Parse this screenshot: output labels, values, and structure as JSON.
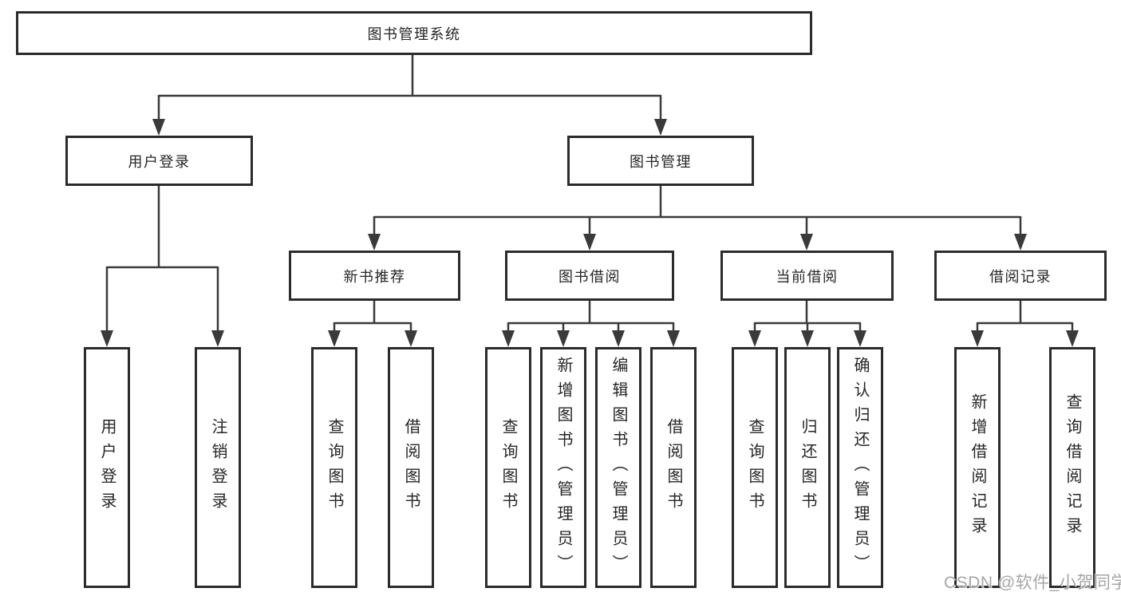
{
  "tree": {
    "label": "图书管理系统",
    "children": [
      {
        "label": "用户登录",
        "children": [
          {
            "label": "用户登录"
          },
          {
            "label": "注销登录"
          }
        ]
      },
      {
        "label": "图书管理",
        "children": [
          {
            "label": "新书推荐",
            "children": [
              {
                "label": "查询图书"
              },
              {
                "label": "借阅图书"
              }
            ]
          },
          {
            "label": "图书借阅",
            "children": [
              {
                "label": "查询图书"
              },
              {
                "label": "新增图书（管理员）"
              },
              {
                "label": "编辑图书（管理员）"
              },
              {
                "label": "借阅图书"
              }
            ]
          },
          {
            "label": "当前借阅",
            "children": [
              {
                "label": "查询图书"
              },
              {
                "label": "归还图书"
              },
              {
                "label": "确认归还（管理员）"
              }
            ]
          },
          {
            "label": "借阅记录",
            "children": [
              {
                "label": "新增借阅记录"
              },
              {
                "label": "查询借阅记录"
              }
            ]
          }
        ]
      }
    ]
  },
  "watermark": {
    "text": "CSDN @软件_小贺同学"
  },
  "colors": {
    "line": "#3a3a3a",
    "box_border": "#2b2b2b",
    "text": "#262626",
    "watermark": "#a6a6a6",
    "background": "#ffffff"
  }
}
